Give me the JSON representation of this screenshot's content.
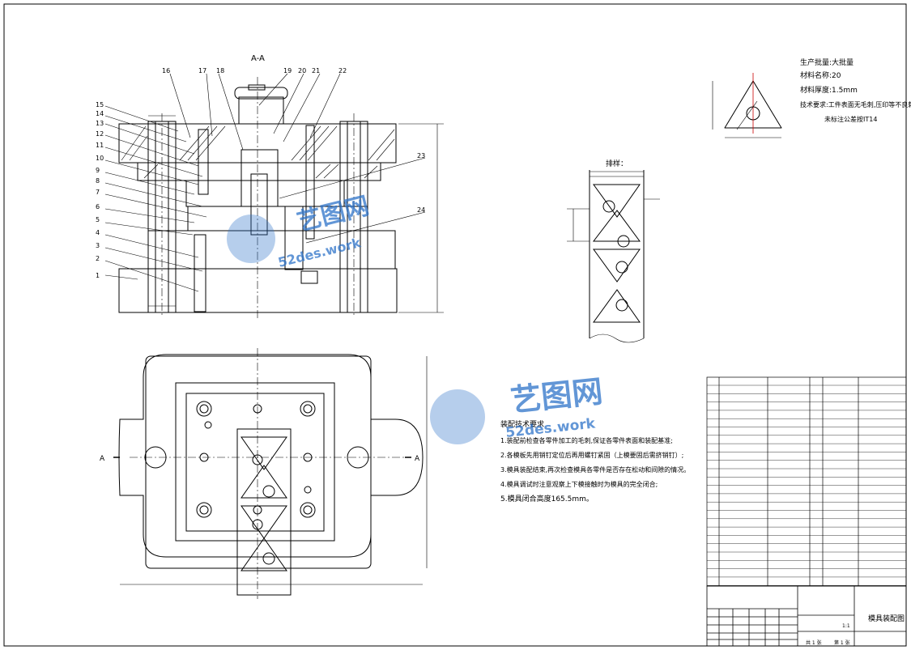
{
  "section_title": "A-A",
  "part_numbers": [
    "1",
    "2",
    "3",
    "4",
    "5",
    "6",
    "7",
    "8",
    "9",
    "10",
    "11",
    "12",
    "13",
    "14",
    "15",
    "16",
    "17",
    "18",
    "19",
    "20",
    "21",
    "22",
    "23",
    "24"
  ],
  "layout_label": "排样：",
  "section_marks": [
    "A",
    "A"
  ],
  "part_spec": {
    "lines": [
      "生产批量:大批量",
      "材料名称:20",
      "材料厚度:1.5mm",
      "技术要求:工件表面无毛刺,压印等不良刺钻",
      "未标注公差按IT14"
    ]
  },
  "assembly_notes": {
    "title": "装配技术要求",
    "items": [
      "1.装配前检查各零件加工的毛刺,保证各零件表面和装配基准;",
      "2.各模板先用销钉定位后再用螺钉紧固（上模要固后需挤销钉）;",
      "3.模具装配结束,再次检查模具各零件是否存在松动和间隙的情况。",
      "4.模具调试时注意观察上下模接触时为模具的完全闭合;",
      "5.模具闭合高度165.5mm。"
    ]
  },
  "title_block": {
    "drawing_name": "模具装配图",
    "small_labels": [
      "共 1 张",
      "第 1 张",
      "1:1"
    ]
  },
  "watermark": {
    "brand": "艺图网",
    "url": "52des.work"
  }
}
